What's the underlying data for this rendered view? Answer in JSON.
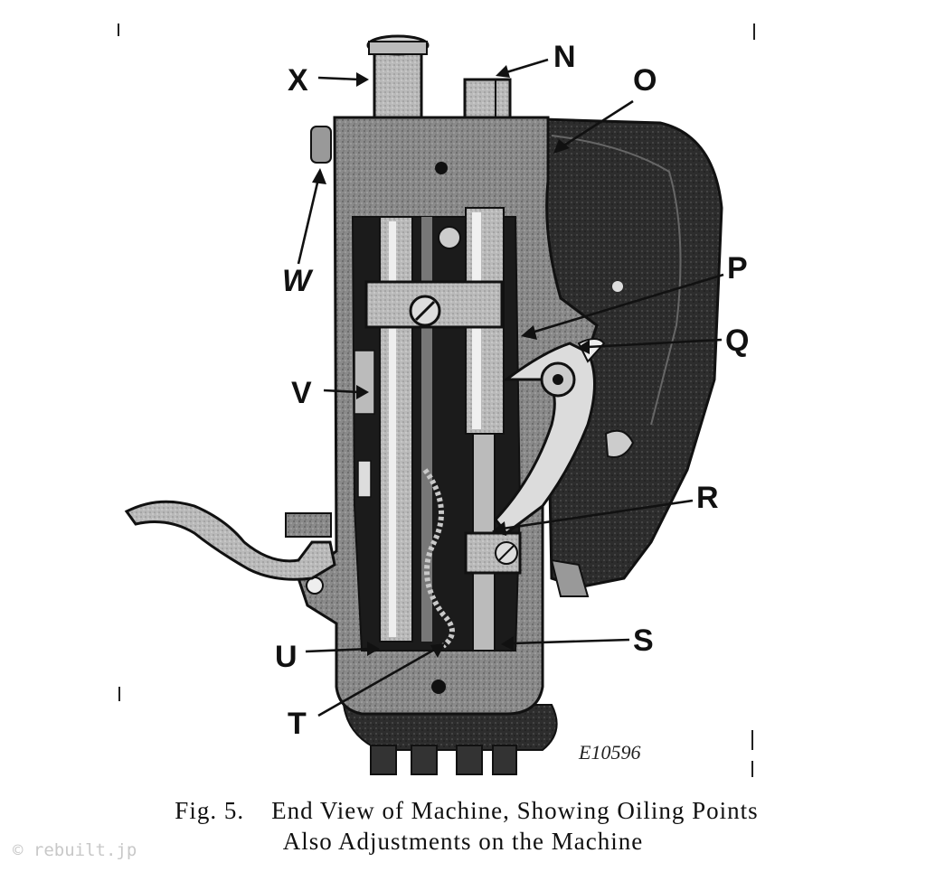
{
  "figure": {
    "callouts": [
      "X",
      "N",
      "O",
      "W",
      "P",
      "Q",
      "V",
      "R",
      "S",
      "U",
      "T"
    ],
    "figure_number": "E10596"
  },
  "caption": {
    "figure_ref": "Fig. 5.",
    "line1": "End View of Machine, Showing Oiling Points",
    "line2": "Also Adjustments on the Machine"
  },
  "watermark": "© rebuilt.jp"
}
